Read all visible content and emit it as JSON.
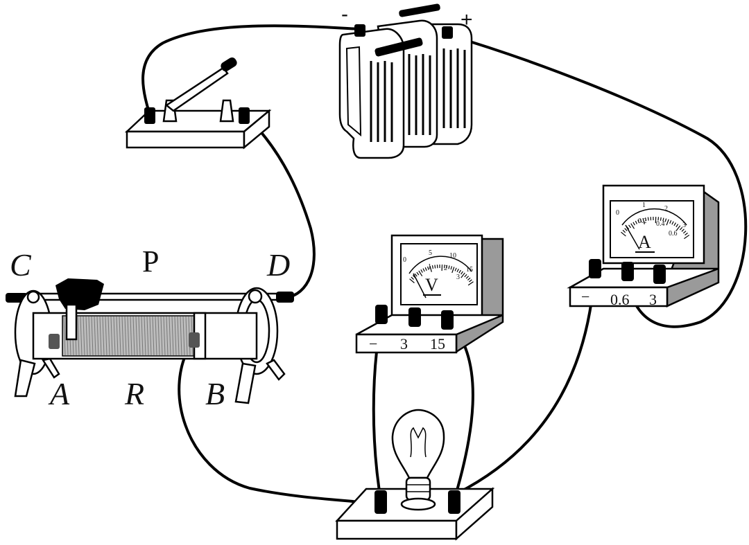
{
  "labels": {
    "C": "C",
    "P": "P",
    "D": "D",
    "A": "A",
    "R": "R",
    "B": "B",
    "battery_minus": "-",
    "battery_plus": "+"
  },
  "voltmeter": {
    "symbol": "V",
    "terminals": [
      "−",
      "3",
      "15"
    ],
    "scale_top": [
      "0",
      "5",
      "10",
      "15"
    ],
    "scale_bottom": [
      "1",
      "2",
      "3"
    ]
  },
  "ammeter": {
    "symbol": "A",
    "terminals": [
      "−",
      "0.6",
      "3"
    ],
    "scale_top": [
      "0",
      "1",
      "2",
      "3"
    ],
    "scale_bottom": [
      "0.2",
      "0.4",
      "0.6"
    ]
  }
}
